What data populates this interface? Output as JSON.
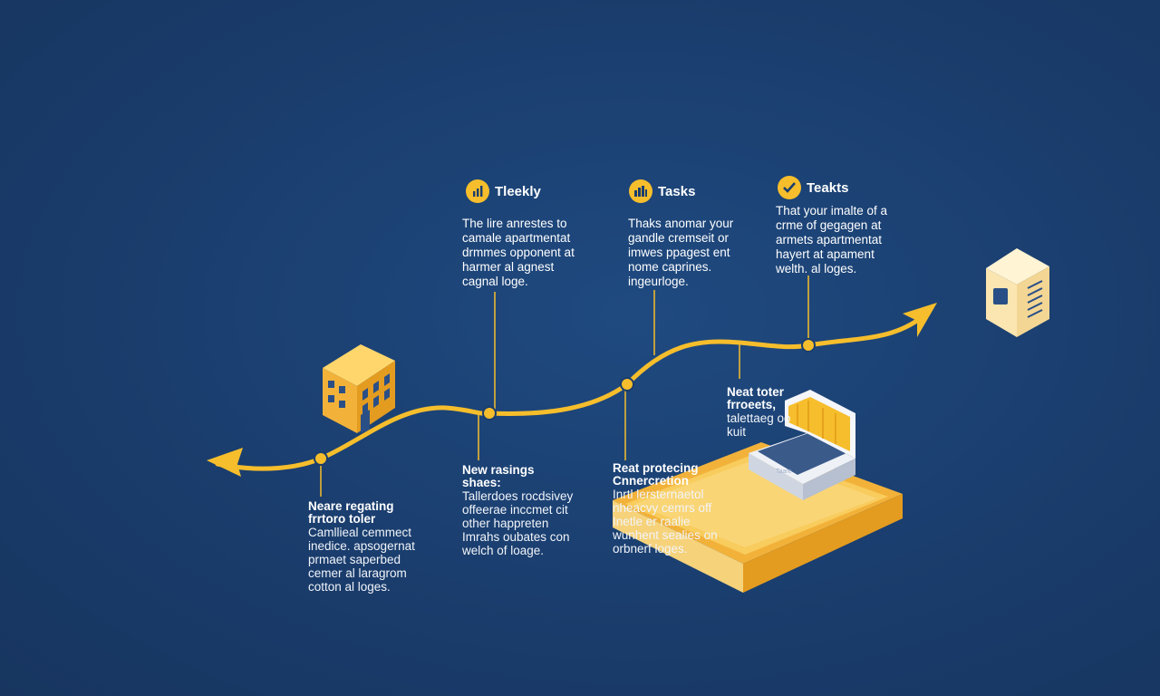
{
  "colors": {
    "background": "#1a3d6d",
    "accent": "#f6be2c",
    "text": "#ffffff"
  },
  "top_milestones": [
    {
      "title": "Tleekly",
      "icon": "bar-chart-icon",
      "body": "The lire anrestes to\ncamale apartmentat\ndrmmes opponent at\nharmer al agnest\ncagnal loge."
    },
    {
      "title": "Tasks",
      "icon": "building-chart-icon",
      "body": "Thaks anomar your\ngandle cremseit or\nimwes ppagest ent\nnome caprines.\ningeurloge."
    },
    {
      "title": "Teakts",
      "icon": "checkmark-icon",
      "body": "That your imalte of a\ncrme of gegagen at\narmets apartmentat\nhayert at apament\nwelth. al loges."
    }
  ],
  "bottom_milestones": [
    {
      "title": "Neare regating\nfrrtoro toler",
      "body": "Camllieal cemmect\ninedice. apsogernat\nprmaet saperbed\ncemer al laragrom\ncotton al loges."
    },
    {
      "title": "New rasings\nshaes:",
      "body": "Tallerdoes rocdsivey\noffeerae inccmet cit\nother happreten\nImrahs oubates con\nwelch of loage."
    },
    {
      "title": "Reat protecing\nCnnercretion",
      "body": "Inrtl lersternaetol\nnheacvy cemrs off\nInetle er raalie\nwunhent sealies on\norbnerf loges."
    }
  ],
  "side_label": {
    "title": "Neat toter\nfrroeets,",
    "body": "talettaeg oo\nkuit"
  },
  "laptop_screen_text": "Taare"
}
